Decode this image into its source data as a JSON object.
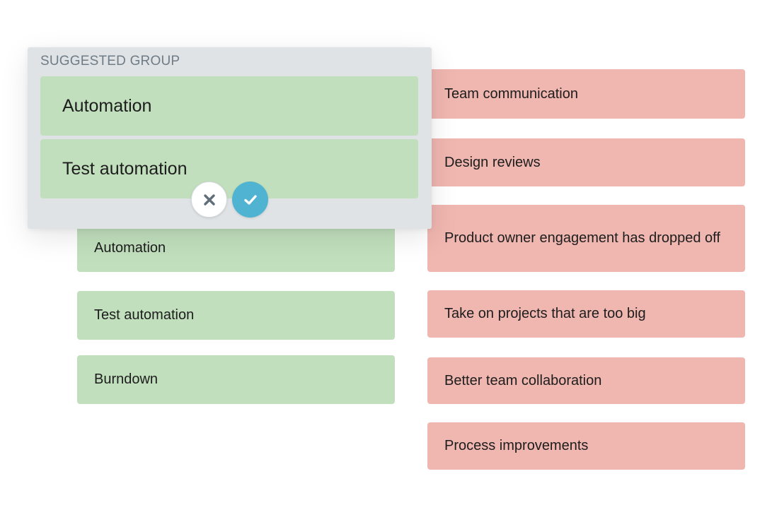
{
  "suggestion_panel": {
    "title": "SUGGESTED GROUP",
    "cards": [
      "Automation",
      "Test automation"
    ],
    "dismiss_icon": "close-icon",
    "accept_icon": "check-icon"
  },
  "left_column": {
    "color": "#c1dfbd",
    "cards": [
      "Automation",
      "Test automation",
      "Burndown"
    ]
  },
  "right_column": {
    "color": "#f0b6b0",
    "cards": [
      "Team communication",
      "Design reviews",
      "Product owner engagement has dropped off",
      "Take on projects that are too big",
      "Better team collaboration",
      "Process improvements"
    ]
  },
  "colors": {
    "panel_bg": "#dfe3e6",
    "accept_button": "#4fb3d1",
    "dismiss_icon": "#5f6e78"
  }
}
